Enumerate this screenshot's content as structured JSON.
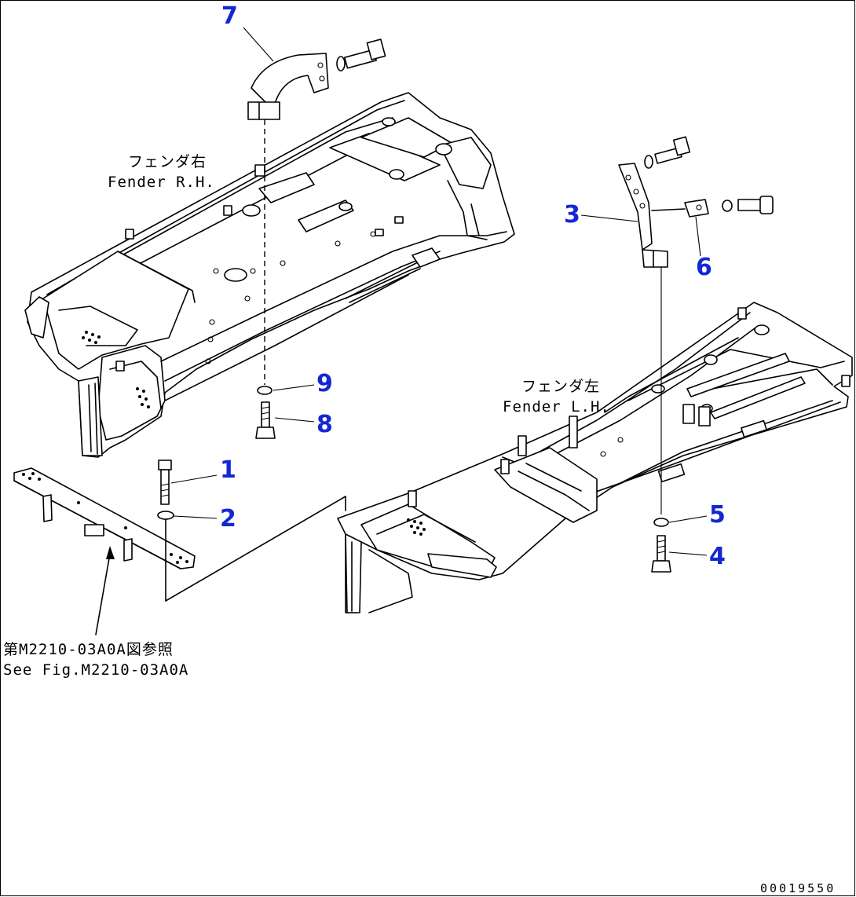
{
  "parts": [
    {
      "id": "1",
      "label": "1"
    },
    {
      "id": "2",
      "label": "2"
    },
    {
      "id": "3",
      "label": "3"
    },
    {
      "id": "4",
      "label": "4"
    },
    {
      "id": "5",
      "label": "5"
    },
    {
      "id": "6",
      "label": "6"
    },
    {
      "id": "7",
      "label": "7"
    },
    {
      "id": "8",
      "label": "8"
    },
    {
      "id": "9",
      "label": "9"
    }
  ],
  "fender_rh": {
    "jp": "フェンダ右",
    "en": "Fender R.H."
  },
  "fender_lh": {
    "jp": "フェンダ左",
    "en": "Fender L.H."
  },
  "reference": {
    "jp": "第M2210-03A0A図参照",
    "en": "See Fig.M2210-03A0A"
  },
  "drawing_code": "00019550",
  "colors": {
    "part_number": "#1428d2",
    "line": "#000000",
    "background": "#ffffff"
  }
}
